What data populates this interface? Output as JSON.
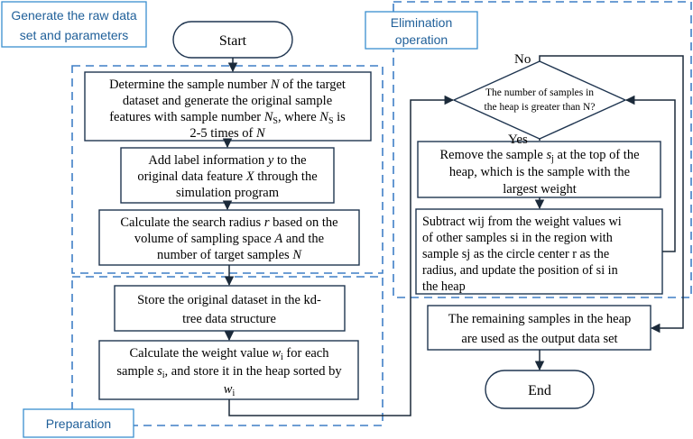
{
  "regions": {
    "generate": {
      "line1": "Generate the raw data",
      "line2": "set and parameters"
    },
    "elimination": {
      "line1": "Elimination",
      "line2": "operation"
    },
    "preparation": "Preparation"
  },
  "nodes": {
    "start": "Start",
    "end": "End",
    "determine": {
      "l1a": "Determine the sample number ",
      "l1N": "N",
      "l1b": " of the target",
      "l2": "dataset and generate the original sample",
      "l3a": "features with sample number ",
      "l3N": "N",
      "l3s": "S",
      "l3b": ", where ",
      "l3N2": "N",
      "l3s2": "S",
      "l3c": " is",
      "l4a": "2-5 times of ",
      "l4N": "N"
    },
    "label": {
      "l1a": "Add label information ",
      "l1y": "y",
      "l1b": " to the",
      "l2a": "original data feature ",
      "l2X": "X",
      "l2b": " through the",
      "l3": "simulation program"
    },
    "radius": {
      "l1a": "Calculate the search radius ",
      "l1r": "r",
      "l1b": " based on the",
      "l2a": "volume of sampling space ",
      "l2A": "A",
      "l2b": " and the",
      "l3a": "number of target samples ",
      "l3N": "N"
    },
    "store": {
      "l1": "Store the original dataset in the kd-",
      "l2": "tree data structure"
    },
    "weight": {
      "l1a": "Calculate the weight value ",
      "l1w": "w",
      "l1i": "i",
      "l1b": " for each",
      "l2a": "sample ",
      "l2s": "s",
      "l2i": "i",
      "l2b": ", and store it in the heap sorted by",
      "l3w": "w",
      "l3i": "i"
    },
    "decision": {
      "l1": "The number of samples in",
      "l2": "the heap is greater than N?"
    },
    "remove": {
      "l1a": "Remove the sample ",
      "l1s": "s",
      "l1j": "j",
      "l1b": " at the top of the",
      "l2": "heap, which is the sample with the",
      "l3": "largest weight"
    },
    "subtract": {
      "l1": "Subtract wij from the weight values wi",
      "l2": "of other samples si in the region with",
      "l3": "sample sj as the circle center r as the",
      "l4": "radius, and update the position of si in",
      "l5": "the heap"
    },
    "output": {
      "l1": "The remaining samples in the heap",
      "l2": "are used as the output data set"
    }
  },
  "branch_labels": {
    "no": "No",
    "yes": "Yes"
  }
}
